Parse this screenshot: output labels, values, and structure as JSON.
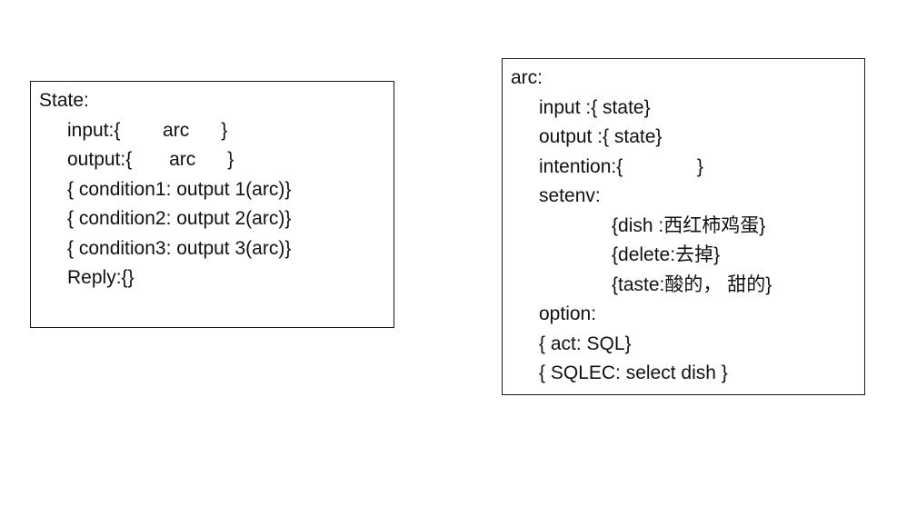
{
  "colors": {
    "background": "#ffffff",
    "text": "#111111",
    "box_border": "#1a1a1a",
    "box_background": "#ffffff"
  },
  "state_box": {
    "lines": [
      {
        "text": "State:",
        "indent": 0
      },
      {
        "text": "input:{        arc      }",
        "indent": 1
      },
      {
        "text": "output:{       arc      }",
        "indent": 1
      },
      {
        "text": "{ condition1: output 1(arc)}",
        "indent": 1
      },
      {
        "text": "{ condition2: output 2(arc)}",
        "indent": 1
      },
      {
        "text": "{ condition3: output 3(arc)}",
        "indent": 1
      },
      {
        "text": "Reply:{}",
        "indent": 1
      }
    ]
  },
  "arc_box": {
    "lines": [
      {
        "text": "arc:",
        "indent": 0
      },
      {
        "text": "input :{ state}",
        "indent": 1
      },
      {
        "text": "output :{ state}",
        "indent": 1
      },
      {
        "text": "intention:{              }",
        "indent": 1
      },
      {
        "text": "setenv:",
        "indent": 1
      },
      {
        "text": "{dish :西红柿鸡蛋}",
        "indent": 2
      },
      {
        "text": "{delete:去掉}",
        "indent": 2
      },
      {
        "text": "{taste:酸的， 甜的}",
        "indent": 2
      },
      {
        "text": "option:",
        "indent": 1
      },
      {
        "text": "{ act: SQL}",
        "indent": 1
      },
      {
        "text": "{ SQLEC: select dish }",
        "indent": 1
      }
    ]
  }
}
